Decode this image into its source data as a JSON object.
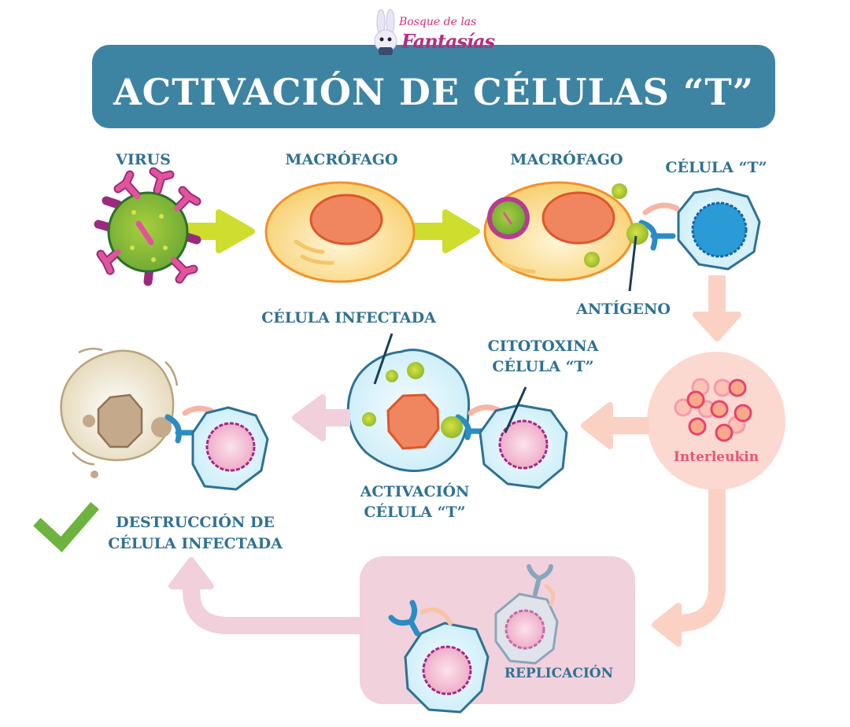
{
  "header": {
    "logo": {
      "line1": "Bosque de las",
      "line2": "Fantasías",
      "mascot": "bunny-mascot"
    },
    "title": "ACTIVACIÓN DE CÉLULAS “T”"
  },
  "labels": {
    "virus": "VIRUS",
    "macrophage_1": "MACRÓFAGO",
    "macrophage_2": "MACRÓFAGO",
    "t_cell": "CÉLULA “T”",
    "antigen": "ANTÍGENO",
    "infected_cell": "CÉLULA INFECTADA",
    "cytotoxin_line1": "CITOTOXINA",
    "cytotoxin_line2": "CÉLULA “T”",
    "activation_line1": "ACTIVACIÓN",
    "activation_line2": "CÉLULA “T”",
    "destruction_line1": "DESTRUCCIÓN DE",
    "destruction_line2": "CÉLULA INFECTADA",
    "interleukin": "Interleukin",
    "replication": "REPLICACIÓN"
  },
  "flow_steps": [
    "Virus",
    "Macrófago",
    "Macrófago presenta antígeno a célula T",
    "Interleukin",
    "Activación célula T (citotoxina)",
    "Destrucción de célula infectada",
    "Replicación"
  ],
  "colors": {
    "banner": "#3d84a3",
    "label_text": "#2f7193",
    "virus_body": "#7fb83a",
    "virus_spikes": "#e0559a",
    "macrophage": "#f8d27a",
    "macrophage_nucleus": "#ef8660",
    "t_cell": "#d6f0fa",
    "t_cell_nucleus_blue": "#2a9bd6",
    "t_cell_nucleus_pink": "#f2b3cb",
    "arrow_green": "#cfdd2e",
    "arrow_peach": "#fbd1c4",
    "arrow_pink": "#f1cfdb",
    "interleukin_bg": "#fcd9d0",
    "interleukin_text": "#e85377",
    "replication_bg": "#f1d1dc",
    "check": "#6cb33f",
    "dead_cell": "#ebe0c6"
  }
}
